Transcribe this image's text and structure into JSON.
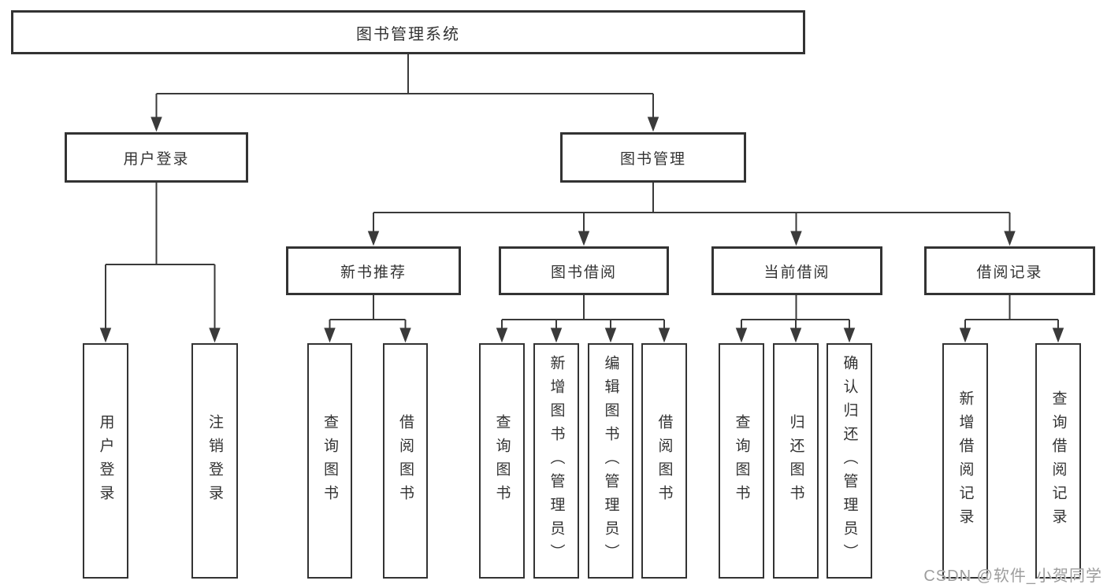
{
  "watermark": "CSDN @软件_小贺同学",
  "colors": {
    "line": "#3a3a3a",
    "border": "#333333",
    "text": "#333333",
    "watermark": "#9d9d9d",
    "background": "#ffffff"
  },
  "tree": {
    "root": {
      "label": "图书管理系统",
      "children": [
        {
          "label": "用户登录",
          "children": [
            {
              "label": "用户登录"
            },
            {
              "label": "注销登录"
            }
          ]
        },
        {
          "label": "图书管理",
          "children": [
            {
              "label": "新书推荐",
              "children": [
                {
                  "label": "查询图书"
                },
                {
                  "label": "借阅图书"
                }
              ]
            },
            {
              "label": "图书借阅",
              "children": [
                {
                  "label": "查询图书"
                },
                {
                  "label": "新增图书（管理员）"
                },
                {
                  "label": "编辑图书（管理员）"
                },
                {
                  "label": "借阅图书"
                }
              ]
            },
            {
              "label": "当前借阅",
              "children": [
                {
                  "label": "查询图书"
                },
                {
                  "label": "归还图书"
                },
                {
                  "label": "确认归还（管理员）"
                }
              ]
            },
            {
              "label": "借阅记录",
              "children": [
                {
                  "label": "新增借阅记录"
                },
                {
                  "label": "查询借阅记录"
                }
              ]
            }
          ]
        }
      ]
    }
  }
}
